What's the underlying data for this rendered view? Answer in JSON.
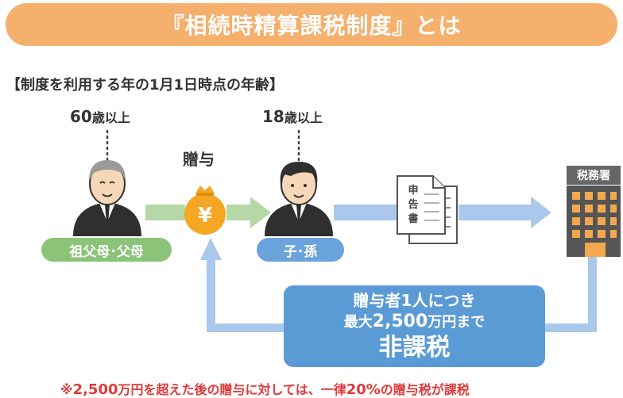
{
  "title": "『相続時精算課税制度』とは",
  "subtitle": "【制度を利用する年の1月1日時点の年齢】",
  "giver": {
    "age_number": "60",
    "age_suffix": "歳以上",
    "label": "祖父母･父母",
    "icon": "elderly-man-icon"
  },
  "receiver": {
    "age_number": "18",
    "age_suffix": "歳以上",
    "label": "子･孫",
    "icon": "young-man-icon"
  },
  "gift_label": "贈与",
  "money_bag_symbol": "¥",
  "document": {
    "chars": [
      "申",
      "告",
      "書"
    ],
    "icon": "tax-return-document-icon"
  },
  "tax_office": {
    "label": "税務署",
    "icon": "office-building-icon"
  },
  "info_box": {
    "line1": "贈与者1人につき",
    "line2_prefix": "最大",
    "line2_amount": "2,500",
    "line2_suffix": "万円まで",
    "line3": "非課税"
  },
  "note": {
    "prefix": "※",
    "amount": "2,500",
    "mid": "万円を超えた後の贈与に対しては、一律",
    "rate": "20%",
    "suffix": "の贈与税が課税"
  },
  "colors": {
    "title_bar": "#f5b06e",
    "green_pill": "#8bc379",
    "green_arrow": "#b5d8a6",
    "blue_pill": "#6aa3db",
    "blue_arrow": "#a9c8ec",
    "info_box": "#5b9bd5",
    "note_text": "#e23a3a",
    "money_bag": "#f5a623"
  }
}
